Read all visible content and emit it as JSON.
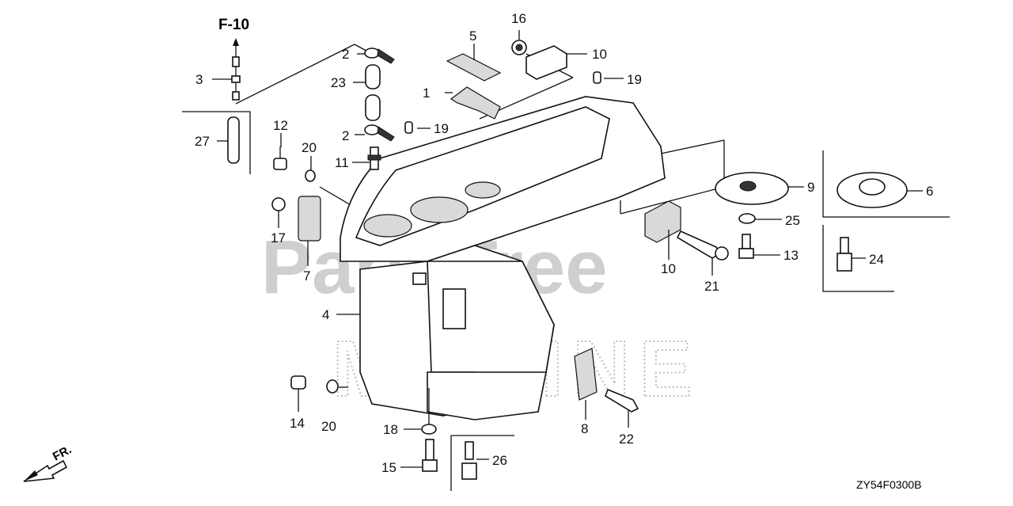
{
  "diagram": {
    "reference_label": "F-10",
    "drawing_code": "ZY54F0300B",
    "front_label": "FR.",
    "watermark": {
      "line1": "PartsTree",
      "line2": "MARINE"
    },
    "colors": {
      "line": "#111111",
      "watermark": "#c8c8c8",
      "background": "#ffffff"
    },
    "callouts": [
      "1",
      "2",
      "2",
      "3",
      "4",
      "5",
      "6",
      "7",
      "8",
      "9",
      "10",
      "10",
      "11",
      "12",
      "13",
      "14",
      "15",
      "16",
      "17",
      "18",
      "19",
      "19",
      "20",
      "20",
      "21",
      "22",
      "23",
      "24",
      "25",
      "26",
      "27"
    ]
  }
}
